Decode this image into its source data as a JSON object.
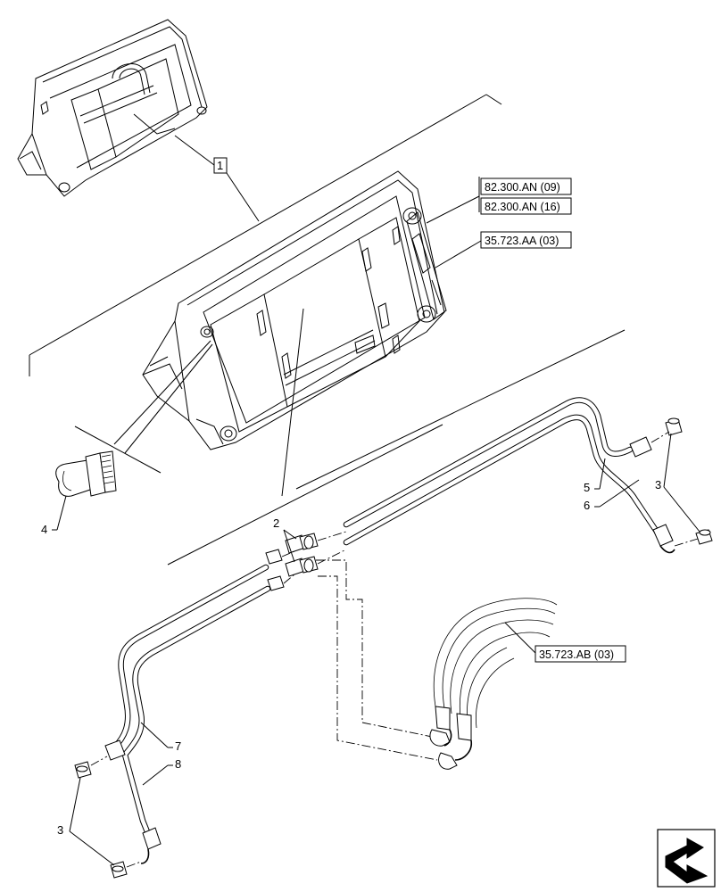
{
  "callouts": {
    "item_1": "1",
    "item_2": "2",
    "item_3_right": "3",
    "item_3_left": "3",
    "item_4": "4",
    "item_5": "5",
    "item_6": "6",
    "item_7": "7",
    "item_8": "8"
  },
  "references": {
    "ref_82_300_an_09": "82.300.AN (09)",
    "ref_82_300_an_16": "82.300.AN (16)",
    "ref_35_723_aa_03": "35.723.AA (03)",
    "ref_35_723_ab_03": "35.723.AB (03)"
  },
  "icons": {
    "navigation": "arrow-return-icon"
  }
}
